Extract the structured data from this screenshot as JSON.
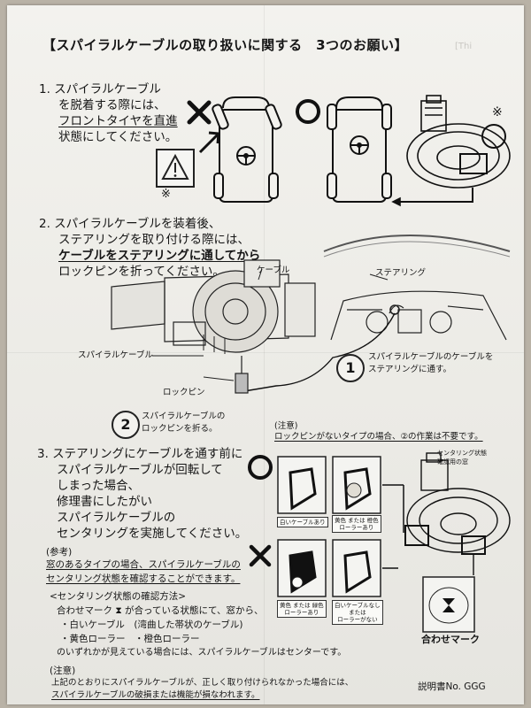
{
  "title": "【スパイラルケーブルの取り扱いに関する　3つのお願い】",
  "step1": {
    "line1": "1. スパイラルケーブル",
    "line2": "を脱着する際には、",
    "line3": "フロントタイヤを直進",
    "line4": "状態にしてください。",
    "note_mark": "※",
    "note_mark2": "※"
  },
  "step2": {
    "line1": "2. スパイラルケーブルを装着後、",
    "line2": "ステアリングを取り付ける際には、",
    "line3": "ケーブルをステアリングに通してから",
    "line4": "ロックピンを折ってください。",
    "label_cable": "ケーブル",
    "label_steering": "ステアリング",
    "label_spiral": "スパイラルケーブル",
    "label_lockpin": "ロックピン",
    "sub1_num": "1",
    "sub1_text_a": "スパイラルケーブルのケーブルを",
    "sub1_text_b": "ステアリングに通す。",
    "sub2_num": "2",
    "sub2_text_a": "スパイラルケーブルの",
    "sub2_text_b": "ロックピンを折る。",
    "caution_head": "(注意)",
    "caution_text": "ロックピンがないタイプの場合、②の作業は不要です。"
  },
  "step3": {
    "line1": "3. ステアリングにケーブルを通す前に",
    "line2": "スパイラルケーブルが回転して",
    "line3": "しまった場合、",
    "line4": "修理書にしたがい",
    "line5": "スパイラルケーブルの",
    "line6": "センタリングを実施してください。",
    "ref_head": "(参考)",
    "ref_line1": "窓のあるタイプの場合、スパイラルケーブルの",
    "ref_line2": "センタリング状態を確認することができます。",
    "method_head": "<センタリング状態の確認方法>",
    "method_line1": "合わせマーク ⧗ が合っている状態にて、窓から、",
    "method_line2": "・白いケーブル　(湾曲した帯状のケーブル)",
    "method_line3": "・黄色ローラー　・橙色ローラー",
    "method_line4": "のいずれかが見えている場合には、スパイラルケーブルはセンターです。",
    "note_head": "(注意)",
    "note_line1": "上記のとおりにスパイラルケーブルが、正しく取り付けられなかった場合には、",
    "note_line2": "スパイラルケーブルの破損または機能が損なわれます。",
    "win_label_a": "センタリング状態",
    "win_label_b": "確認用の窓",
    "cap_white": "白いケーブルあり",
    "cap_yellow_a": "黄色 または 橙色",
    "cap_yellow_b": "ローラーあり",
    "cap_ng1_a": "黄色 または 緑色",
    "cap_ng1_b": "ローラーあり",
    "cap_ng2_a": "白いケーブルなし",
    "cap_ng2_b": "または",
    "cap_ng2_c": "ローラーがない",
    "align_mark": "合わせマーク"
  },
  "manual_no": "説明書No. GGG",
  "stamp": "[Thi"
}
